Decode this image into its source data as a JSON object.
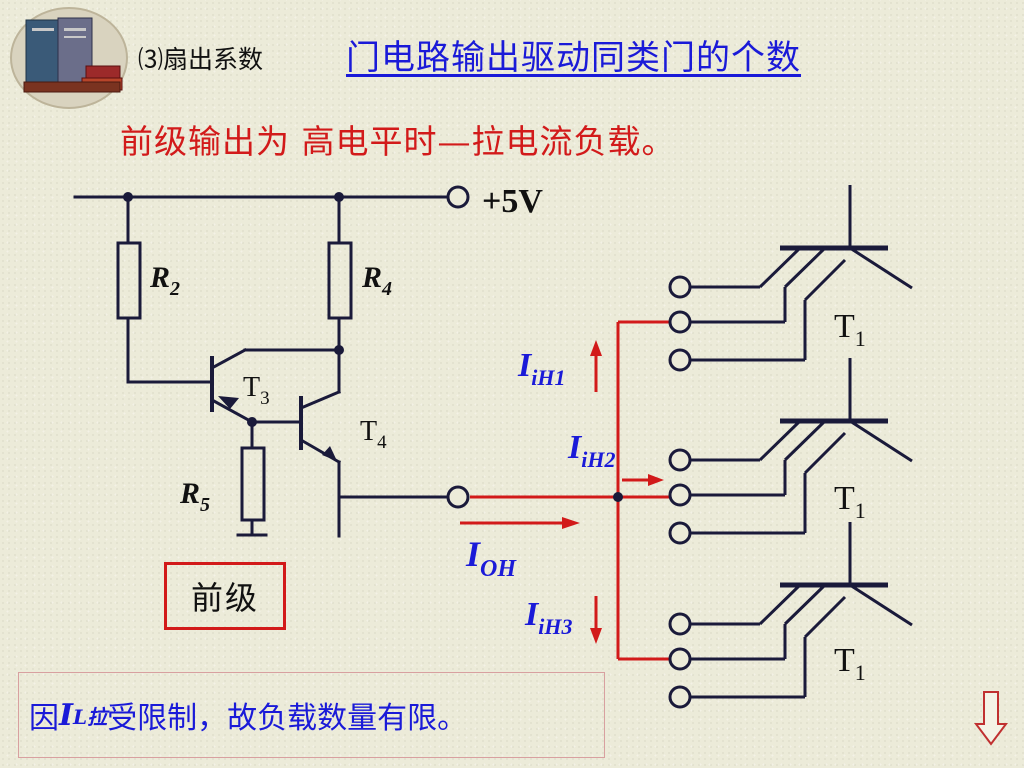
{
  "header": {
    "section_label": "⑶扇出系数",
    "title": "门电路输出驱动同类门的个数"
  },
  "subtitle": "前级输出为 高电平时—拉电流负载。",
  "circuit": {
    "supply": "+5V",
    "resistors": [
      "R",
      "2",
      "R",
      "4",
      "R",
      "5"
    ],
    "transistors": {
      "t3": [
        "T",
        "3"
      ],
      "t4": [
        "T",
        "4"
      ],
      "load_gate": [
        "T",
        "1"
      ]
    },
    "currents": {
      "ioh": [
        "I",
        "OH"
      ],
      "iih1": [
        "I",
        "iH1"
      ],
      "iih2": [
        "I",
        "iH2"
      ],
      "iih3": [
        "I",
        "iH3"
      ]
    }
  },
  "prestage_label": "前级",
  "note": {
    "prefix": "因",
    "symbol": "I",
    "subscript": "L拉",
    "suffix": "受限制，故负载数量有限。"
  },
  "colors": {
    "heading": "#1a1ad8",
    "emphasis": "#d21a1a",
    "wire": "#1a1a3a"
  },
  "icons": [
    "book-stack-icon",
    "down-arrow-icon"
  ]
}
